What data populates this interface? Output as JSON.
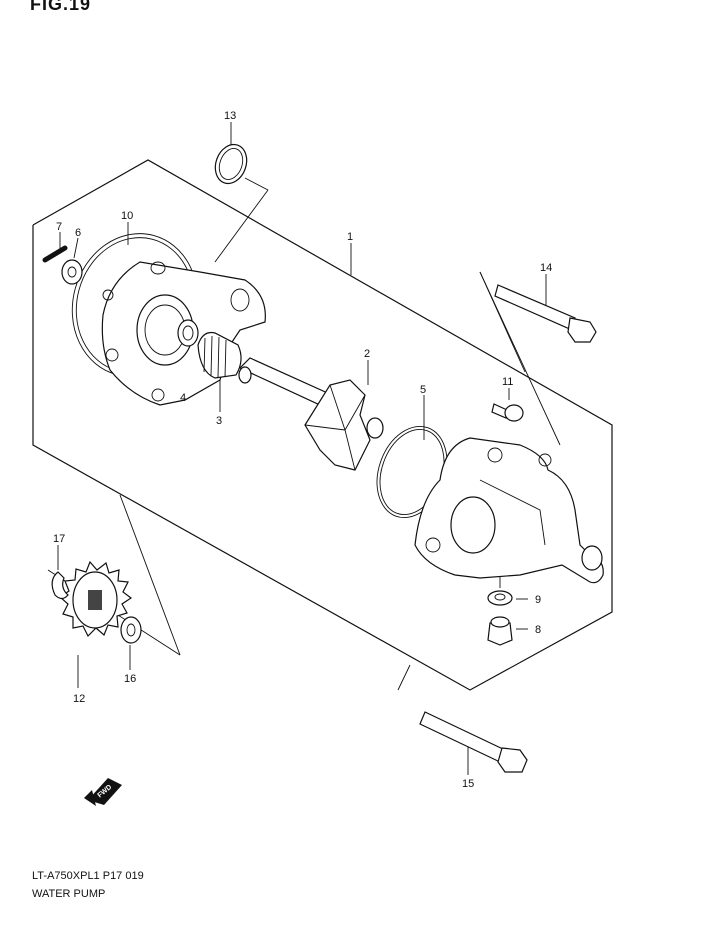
{
  "header": {
    "fig_label": "FIG.19"
  },
  "callouts": {
    "n1": "1",
    "n2": "2",
    "n3": "3",
    "n4": "4",
    "n5": "5",
    "n6": "6",
    "n7": "7",
    "n8": "8",
    "n9": "9",
    "n10": "10",
    "n11": "11",
    "n12": "12",
    "n13": "13",
    "n14": "14",
    "n15": "15",
    "n16": "16",
    "n17": "17"
  },
  "badge": {
    "fwd": "FWD"
  },
  "footer": {
    "model_code": "LT-A750XPL1 P17 019",
    "title": "WATER PUMP"
  }
}
